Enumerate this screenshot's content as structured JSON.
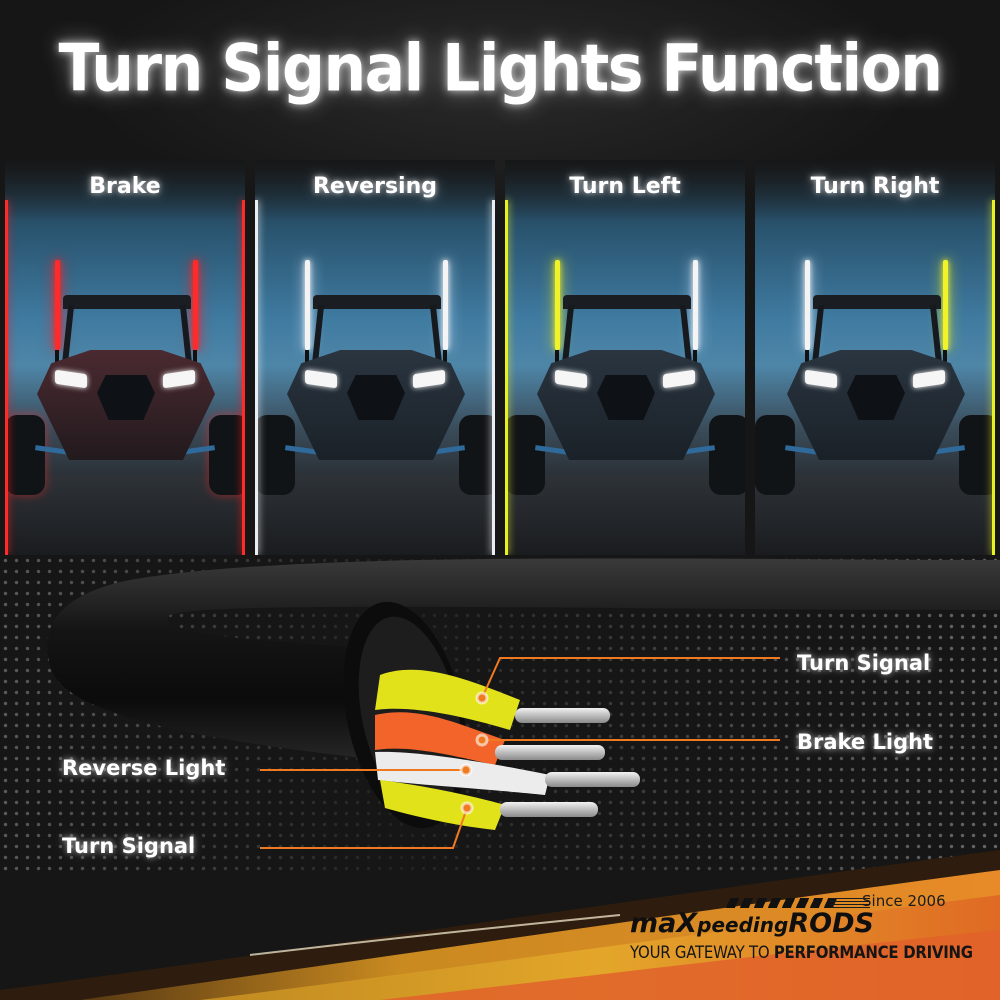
{
  "title": "Turn Signal Lights Function",
  "panels": [
    {
      "label": "Brake",
      "left_whip_color": "#ff2b2b",
      "right_whip_color": "#ff2b2b",
      "edge_color": "#ff2a2a"
    },
    {
      "label": "Reversing",
      "left_whip_color": "#f4f4f4",
      "right_whip_color": "#f4f4f4",
      "edge_color": "#e8eef2"
    },
    {
      "label": "Turn Left",
      "left_whip_color": "#f0f22a",
      "right_whip_color": "#f4f4f4",
      "edge_color": "#e7f020"
    },
    {
      "label": "Turn Right",
      "left_whip_color": "#f4f4f4",
      "right_whip_color": "#f0f22a",
      "edge_color": "#e8eef2"
    }
  ],
  "cable": {
    "wires": [
      {
        "color": "#e4e41c",
        "label": "Turn Signal",
        "side": "right"
      },
      {
        "color": "#f2642a",
        "label": "Brake Light",
        "side": "right"
      },
      {
        "color": "#eeeeee",
        "label": "Reverse Light",
        "side": "left"
      },
      {
        "color": "#e4e41c",
        "label": "Turn Signal",
        "side": "left"
      }
    ],
    "callout_color": "#f07a20"
  },
  "logo": {
    "since": "Since 2006",
    "brand_prefix": "maX",
    "brand_middle": "peeding",
    "brand_suffix": "RODS",
    "tagline_regular": "YOUR GATEWAY TO ",
    "tagline_bold": "PERFORMANCE DRIVING"
  }
}
